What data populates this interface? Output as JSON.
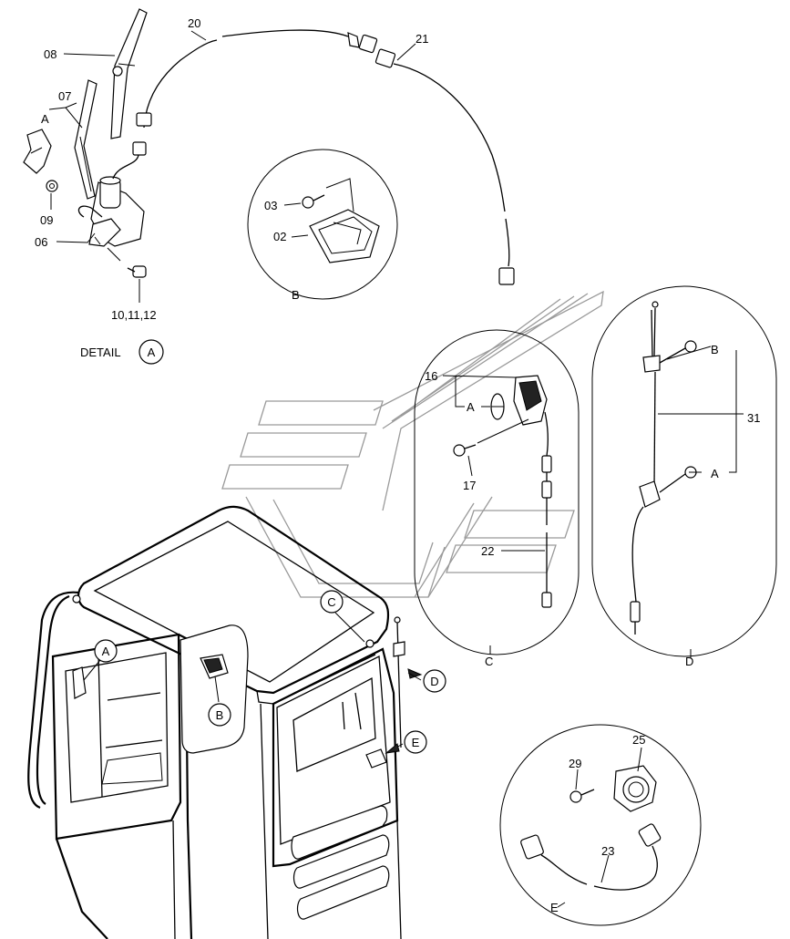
{
  "parts": {
    "p08": "08",
    "p07": "07",
    "p09": "09",
    "p06": "06",
    "p10_12": "10,11,12",
    "p20": "20",
    "p21": "21",
    "p03": "03",
    "p02": "02",
    "p16": "16",
    "p17": "17",
    "p22": "22",
    "p31": "31",
    "p25": "25",
    "p29": "29",
    "p23": "23"
  },
  "detail_a": {
    "prefix": "DETAIL",
    "letter": "A"
  },
  "refs": {
    "a": "A",
    "b": "B",
    "c": "C",
    "d": "D",
    "e": "E"
  }
}
